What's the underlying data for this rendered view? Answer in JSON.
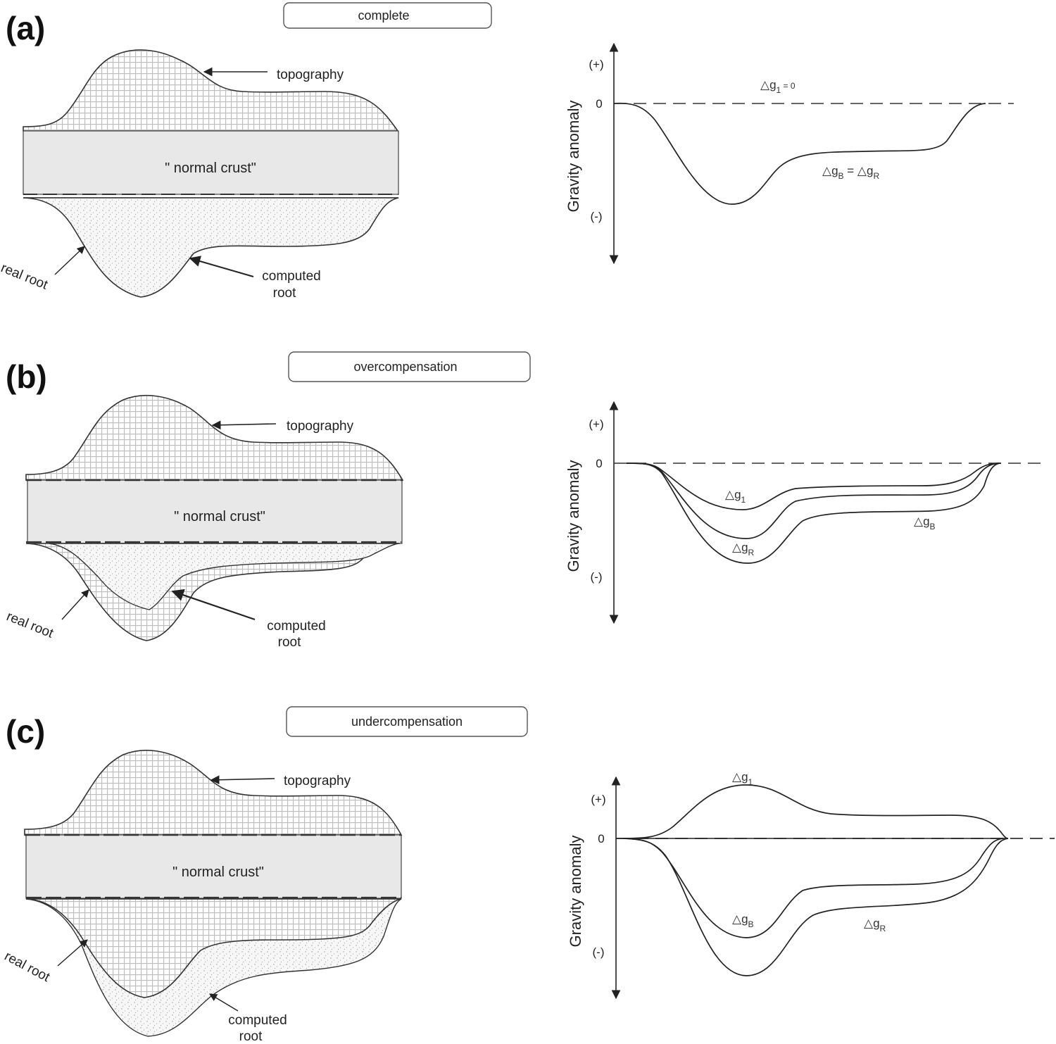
{
  "panels": [
    {
      "id": "a",
      "letter": "(a)",
      "case_label": "complete",
      "labels": {
        "topography": "topography",
        "normal_crust": "\" normal crust\"",
        "real_root": "real root",
        "computed_root_1": "computed",
        "computed_root_2": "root"
      },
      "plot": {
        "y_axis_label": "Gravity anomaly",
        "tick_plus": "(+)",
        "tick_zero": "0",
        "tick_minus": "(-)",
        "curve_labels": {
          "g1_prefix": "△g",
          "g1_sub": "1",
          "g1_suffix": " = 0",
          "gB_prefix": "△g",
          "gB_sub": "B",
          "eq": " = ",
          "gR_prefix": "△g",
          "gR_sub": "R"
        }
      }
    },
    {
      "id": "b",
      "letter": "(b)",
      "case_label": "overcompensation",
      "labels": {
        "topography": "topography",
        "normal_crust": "\" normal crust\"",
        "real_root": "real root",
        "computed_root_1": "computed",
        "computed_root_2": "root"
      },
      "plot": {
        "y_axis_label": "Gravity anomaly",
        "tick_plus": "(+)",
        "tick_zero": "0",
        "tick_minus": "(-)",
        "curve_labels": {
          "g1_prefix": "△g",
          "g1_sub": "1",
          "gB_prefix": "△g",
          "gB_sub": "B",
          "gR_prefix": "△g",
          "gR_sub": "R"
        }
      }
    },
    {
      "id": "c",
      "letter": "(c)",
      "case_label": "undercompensation",
      "labels": {
        "topography": "topography",
        "normal_crust": "\" normal crust\"",
        "real_root": "real root",
        "computed_root_1": "computed",
        "computed_root_2": "root"
      },
      "plot": {
        "y_axis_label": "Gravity anomaly",
        "tick_plus": "(+)",
        "tick_zero": "0",
        "tick_minus": "(-)",
        "curve_labels": {
          "g1_prefix": "△g",
          "g1_sub": "1",
          "gB_prefix": "△g",
          "gB_sub": "B",
          "gR_prefix": "△g",
          "gR_sub": "R"
        }
      }
    }
  ],
  "colors": {
    "crust_fill": "#e8e8e8",
    "stroke": "#333333",
    "grid_line": "#bdbdbd",
    "dots": "#9a9a9a"
  }
}
